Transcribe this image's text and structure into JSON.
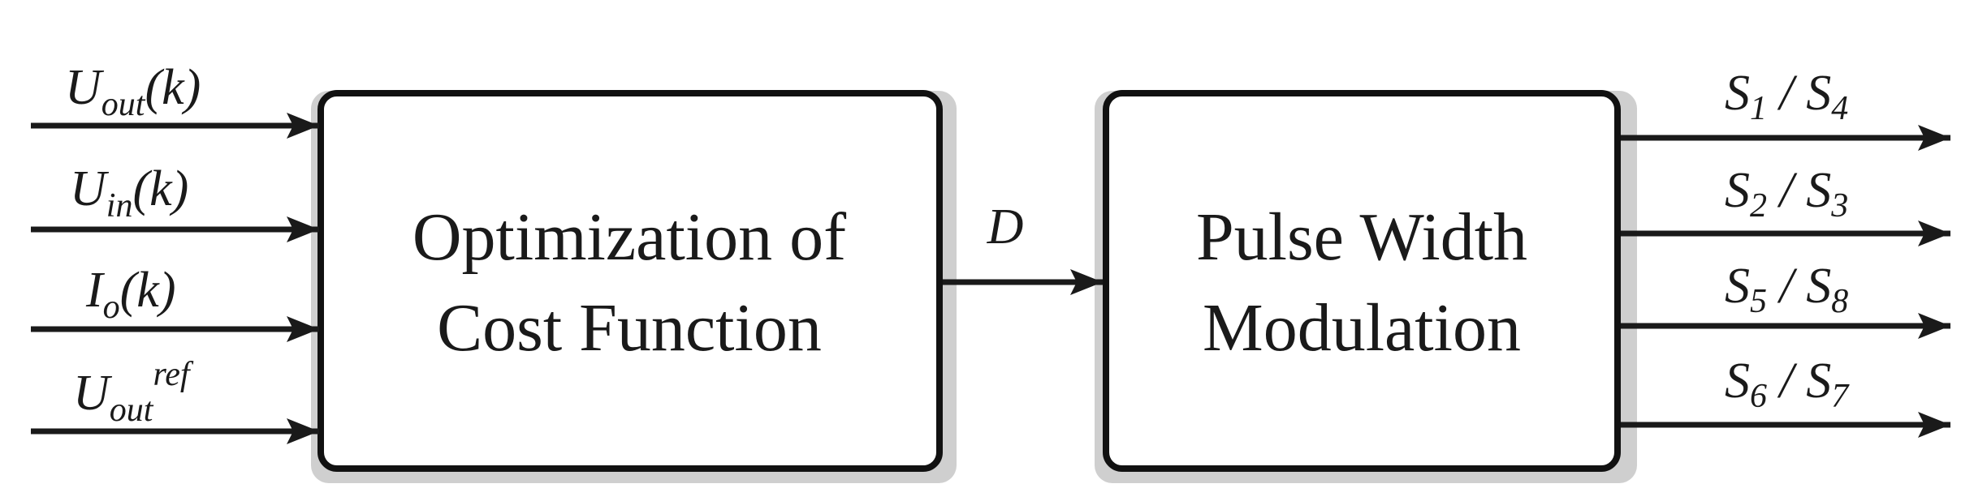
{
  "inputs": [
    {
      "base": "U",
      "sub": "out",
      "sup": "",
      "suffix": "(k)"
    },
    {
      "base": "U",
      "sub": "in",
      "sup": "",
      "suffix": "(k)"
    },
    {
      "base": "I",
      "sub": "o",
      "sup": "",
      "suffix": "(k)"
    },
    {
      "base": "U",
      "sub": "out",
      "sup": "ref",
      "suffix": ""
    }
  ],
  "block_left": {
    "line1": "Optimization of",
    "line2": "Cost Function"
  },
  "connector_label": "D",
  "block_right": {
    "line1": "Pulse Width",
    "line2": "Modulation"
  },
  "outputs": [
    {
      "a": "S",
      "a_sub": "1",
      "sep": " / ",
      "b": "S",
      "b_sub": "4"
    },
    {
      "a": "S",
      "a_sub": "2",
      "sep": " / ",
      "b": "S",
      "b_sub": "3"
    },
    {
      "a": "S",
      "a_sub": "5",
      "sep": " / ",
      "b": "S",
      "b_sub": "8"
    },
    {
      "a": "S",
      "a_sub": "6",
      "sep": " / ",
      "b": "S",
      "b_sub": "7"
    }
  ]
}
